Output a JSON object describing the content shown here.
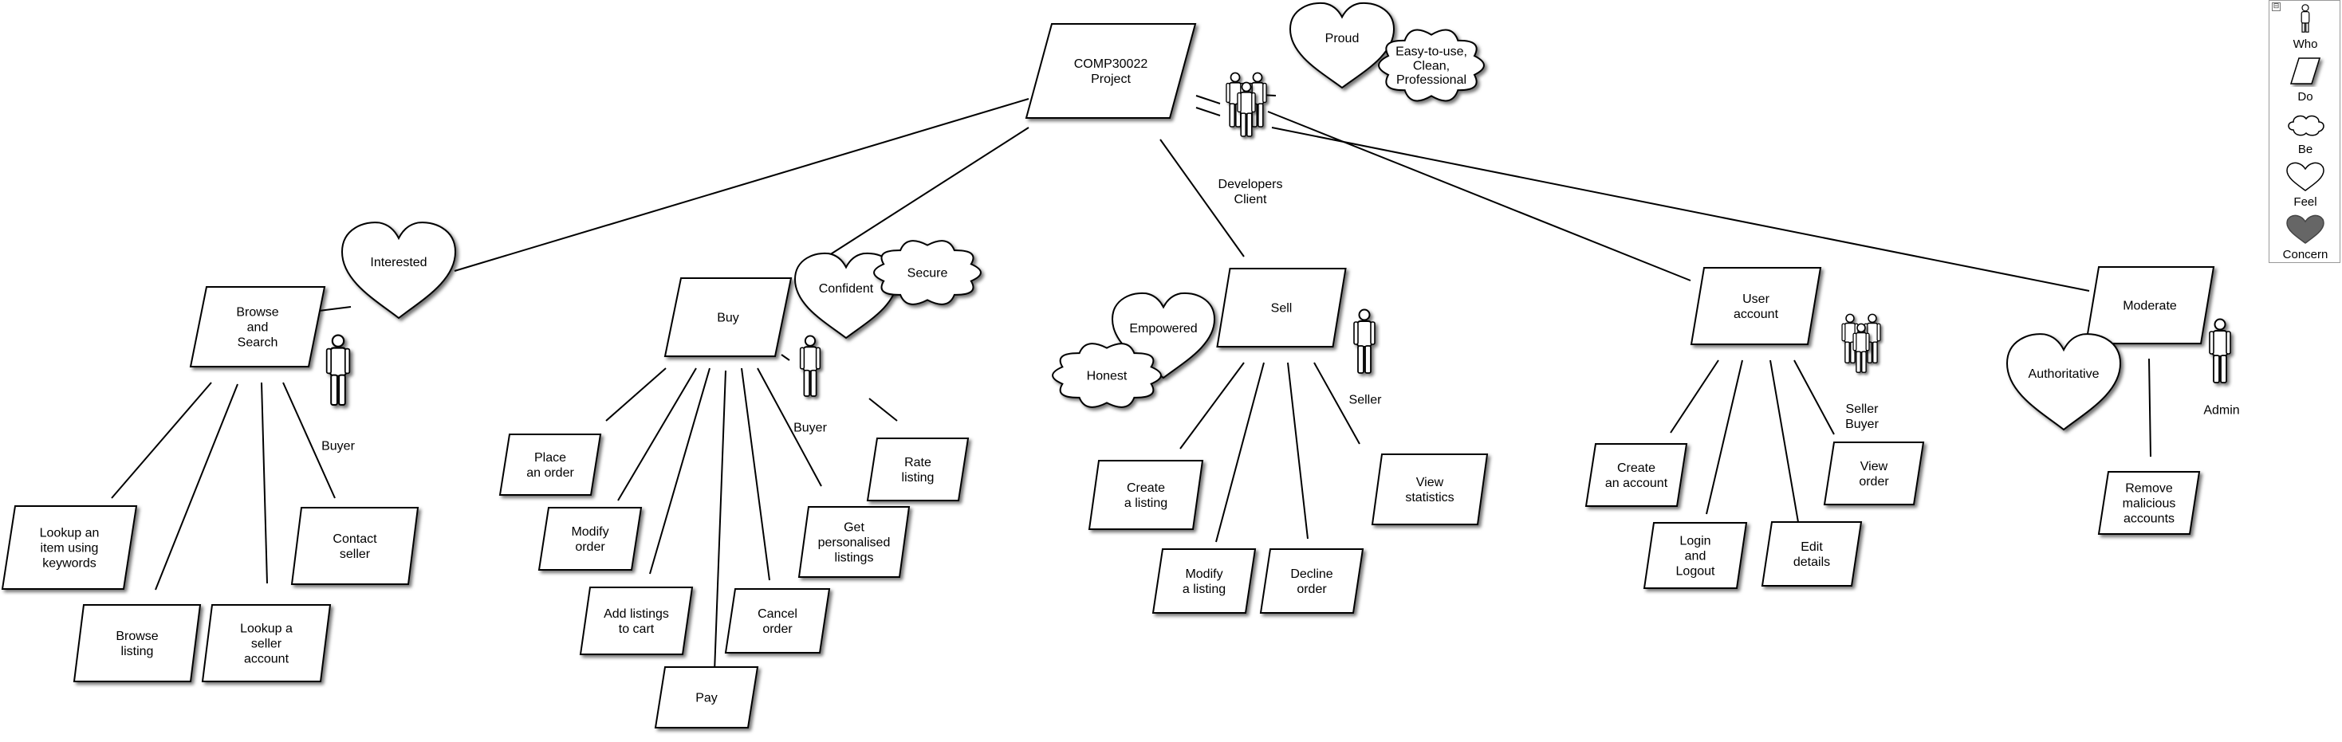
{
  "goals": {
    "root": "COMP30022\nProject",
    "browse": "Browse\nand\nSearch",
    "buy": "Buy",
    "sell": "Sell",
    "account": "User\naccount",
    "moderate": "Moderate",
    "lookup_kw": "Lookup an\nitem using\nkeywords",
    "browse_listing": "Browse\nlisting",
    "lookup_seller": "Lookup a\nseller\naccount",
    "contact": "Contact\nseller",
    "place": "Place\nan order",
    "modify_order": "Modify\norder",
    "add_cart": "Add listings\nto cart",
    "pay": "Pay",
    "cancel": "Cancel\norder",
    "personalised": "Get\npersonalised\nlistings",
    "rate": "Rate\nlisting",
    "create_listing": "Create\na listing",
    "modify_listing": "Modify\na listing",
    "decline": "Decline\norder",
    "view_stats": "View\nstatistics",
    "create_account": "Create\nan account",
    "login": "Login\nand\nLogout",
    "edit": "Edit\ndetails",
    "view_order": "View\norder",
    "remove": "Remove\nmalicious\naccounts"
  },
  "feelings": {
    "proud": "Proud",
    "interested": "Interested",
    "confident": "Confident",
    "empowered": "Empowered",
    "authoritative": "Authoritative"
  },
  "qualities": {
    "easy": "Easy-to-use,\nClean,\nProfessional",
    "secure": "Secure",
    "honest": "Honest"
  },
  "roles": {
    "dev_client": "Developers\nClient",
    "buyer1": "Buyer",
    "buyer2": "Buyer",
    "seller": "Seller",
    "seller_buyer": "Seller\nBuyer",
    "admin": "Admin"
  },
  "legend": {
    "who": "Who",
    "do": "Do",
    "be": "Be",
    "feel": "Feel",
    "concern": "Concern",
    "collapse": "⊟"
  },
  "colors": {
    "outline": "#000000",
    "shadow": "#9a9a9a",
    "fill": "#ffffff",
    "concern_fill": "#666666"
  }
}
